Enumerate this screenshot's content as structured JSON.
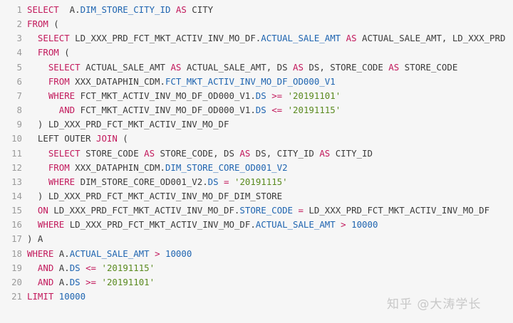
{
  "lines": [
    {
      "n": "1",
      "t": [
        {
          "c": "kw",
          "v": "SELECT"
        },
        {
          "c": "",
          "v": "  A."
        },
        {
          "c": "id",
          "v": "DIM_STORE_CITY_ID"
        },
        {
          "c": "",
          "v": " "
        },
        {
          "c": "kw",
          "v": "AS"
        },
        {
          "c": "",
          "v": " CITY"
        }
      ]
    },
    {
      "n": "2",
      "t": [
        {
          "c": "kw",
          "v": "FROM"
        },
        {
          "c": "",
          "v": " ("
        }
      ]
    },
    {
      "n": "3",
      "t": [
        {
          "c": "",
          "v": "  "
        },
        {
          "c": "kw",
          "v": "SELECT"
        },
        {
          "c": "",
          "v": " LD_XXX_PRD_FCT_MKT_ACTIV_INV_MO_DF."
        },
        {
          "c": "id",
          "v": "ACTUAL_SALE_AMT"
        },
        {
          "c": "",
          "v": " "
        },
        {
          "c": "kw",
          "v": "AS"
        },
        {
          "c": "",
          "v": " ACTUAL_SALE_AMT, LD_XXX_PRD"
        }
      ]
    },
    {
      "n": "4",
      "t": [
        {
          "c": "",
          "v": "  "
        },
        {
          "c": "kw",
          "v": "FROM"
        },
        {
          "c": "",
          "v": " ("
        }
      ]
    },
    {
      "n": "5",
      "t": [
        {
          "c": "",
          "v": "    "
        },
        {
          "c": "kw",
          "v": "SELECT"
        },
        {
          "c": "",
          "v": " ACTUAL_SALE_AMT "
        },
        {
          "c": "kw",
          "v": "AS"
        },
        {
          "c": "",
          "v": " ACTUAL_SALE_AMT, DS "
        },
        {
          "c": "kw",
          "v": "AS"
        },
        {
          "c": "",
          "v": " DS, STORE_CODE "
        },
        {
          "c": "kw",
          "v": "AS"
        },
        {
          "c": "",
          "v": " STORE_CODE"
        }
      ]
    },
    {
      "n": "6",
      "t": [
        {
          "c": "",
          "v": "    "
        },
        {
          "c": "kw",
          "v": "FROM"
        },
        {
          "c": "",
          "v": " XXX_DATAPHIN_CDM."
        },
        {
          "c": "id",
          "v": "FCT_MKT_ACTIV_INV_MO_DF_OD000_V1"
        }
      ]
    },
    {
      "n": "7",
      "t": [
        {
          "c": "",
          "v": "    "
        },
        {
          "c": "kw",
          "v": "WHERE"
        },
        {
          "c": "",
          "v": " FCT_MKT_ACTIV_INV_MO_DF_OD000_V1."
        },
        {
          "c": "id",
          "v": "DS"
        },
        {
          "c": "",
          "v": " "
        },
        {
          "c": "kw",
          "v": ">="
        },
        {
          "c": "",
          "v": " "
        },
        {
          "c": "str",
          "v": "'20191101'"
        }
      ]
    },
    {
      "n": "8",
      "t": [
        {
          "c": "",
          "v": "      "
        },
        {
          "c": "kw",
          "v": "AND"
        },
        {
          "c": "",
          "v": " FCT_MKT_ACTIV_INV_MO_DF_OD000_V1."
        },
        {
          "c": "id",
          "v": "DS"
        },
        {
          "c": "",
          "v": " "
        },
        {
          "c": "kw",
          "v": "<="
        },
        {
          "c": "",
          "v": " "
        },
        {
          "c": "str",
          "v": "'20191115'"
        }
      ]
    },
    {
      "n": "9",
      "t": [
        {
          "c": "",
          "v": "  ) LD_XXX_PRD_FCT_MKT_ACTIV_INV_MO_DF"
        }
      ]
    },
    {
      "n": "10",
      "t": [
        {
          "c": "",
          "v": "  LEFT OUTER "
        },
        {
          "c": "kw",
          "v": "JOIN"
        },
        {
          "c": "",
          "v": " ("
        }
      ]
    },
    {
      "n": "11",
      "t": [
        {
          "c": "",
          "v": "    "
        },
        {
          "c": "kw",
          "v": "SELECT"
        },
        {
          "c": "",
          "v": " STORE_CODE "
        },
        {
          "c": "kw",
          "v": "AS"
        },
        {
          "c": "",
          "v": " STORE_CODE, DS "
        },
        {
          "c": "kw",
          "v": "AS"
        },
        {
          "c": "",
          "v": " DS, CITY_ID "
        },
        {
          "c": "kw",
          "v": "AS"
        },
        {
          "c": "",
          "v": " CITY_ID"
        }
      ]
    },
    {
      "n": "12",
      "t": [
        {
          "c": "",
          "v": "    "
        },
        {
          "c": "kw",
          "v": "FROM"
        },
        {
          "c": "",
          "v": " XXX_DATAPHIN_CDM."
        },
        {
          "c": "id",
          "v": "DIM_STORE_CORE_OD001_V2"
        }
      ]
    },
    {
      "n": "13",
      "t": [
        {
          "c": "",
          "v": "    "
        },
        {
          "c": "kw",
          "v": "WHERE"
        },
        {
          "c": "",
          "v": " DIM_STORE_CORE_OD001_V2."
        },
        {
          "c": "id",
          "v": "DS"
        },
        {
          "c": "",
          "v": " "
        },
        {
          "c": "kw",
          "v": "="
        },
        {
          "c": "",
          "v": " "
        },
        {
          "c": "str",
          "v": "'20191115'"
        }
      ]
    },
    {
      "n": "14",
      "t": [
        {
          "c": "",
          "v": "  ) LD_XXX_PRD_FCT_MKT_ACTIV_INV_MO_DF_DIM_STORE"
        }
      ]
    },
    {
      "n": "15",
      "t": [
        {
          "c": "",
          "v": "  "
        },
        {
          "c": "kw",
          "v": "ON"
        },
        {
          "c": "",
          "v": " LD_XXX_PRD_FCT_MKT_ACTIV_INV_MO_DF."
        },
        {
          "c": "id",
          "v": "STORE_CODE"
        },
        {
          "c": "",
          "v": " "
        },
        {
          "c": "kw",
          "v": "="
        },
        {
          "c": "",
          "v": " LD_XXX_PRD_FCT_MKT_ACTIV_INV_MO_DF"
        }
      ]
    },
    {
      "n": "16",
      "t": [
        {
          "c": "",
          "v": "  "
        },
        {
          "c": "kw",
          "v": "WHERE"
        },
        {
          "c": "",
          "v": " LD_XXX_PRD_FCT_MKT_ACTIV_INV_MO_DF."
        },
        {
          "c": "id",
          "v": "ACTUAL_SALE_AMT"
        },
        {
          "c": "",
          "v": " "
        },
        {
          "c": "kw",
          "v": ">"
        },
        {
          "c": "",
          "v": " "
        },
        {
          "c": "num",
          "v": "10000"
        }
      ]
    },
    {
      "n": "17",
      "t": [
        {
          "c": "",
          "v": ") A"
        }
      ]
    },
    {
      "n": "18",
      "t": [
        {
          "c": "kw",
          "v": "WHERE"
        },
        {
          "c": "",
          "v": " A."
        },
        {
          "c": "id",
          "v": "ACTUAL_SALE_AMT"
        },
        {
          "c": "",
          "v": " "
        },
        {
          "c": "kw",
          "v": ">"
        },
        {
          "c": "",
          "v": " "
        },
        {
          "c": "num",
          "v": "10000"
        }
      ]
    },
    {
      "n": "19",
      "t": [
        {
          "c": "",
          "v": "  "
        },
        {
          "c": "kw",
          "v": "AND"
        },
        {
          "c": "",
          "v": " A."
        },
        {
          "c": "id",
          "v": "DS"
        },
        {
          "c": "",
          "v": " "
        },
        {
          "c": "kw",
          "v": "<="
        },
        {
          "c": "",
          "v": " "
        },
        {
          "c": "str",
          "v": "'20191115'"
        }
      ]
    },
    {
      "n": "20",
      "t": [
        {
          "c": "",
          "v": "  "
        },
        {
          "c": "kw",
          "v": "AND"
        },
        {
          "c": "",
          "v": " A."
        },
        {
          "c": "id",
          "v": "DS"
        },
        {
          "c": "",
          "v": " "
        },
        {
          "c": "kw",
          "v": ">="
        },
        {
          "c": "",
          "v": " "
        },
        {
          "c": "str",
          "v": "'20191101'"
        }
      ]
    },
    {
      "n": "21",
      "t": [
        {
          "c": "kw",
          "v": "LIMIT"
        },
        {
          "c": "",
          "v": " "
        },
        {
          "c": "num",
          "v": "10000"
        }
      ]
    }
  ],
  "watermark": "知乎 @大涛学长",
  "colors": {
    "keyword": "#c2185b",
    "identifier": "#1e64b0",
    "string": "#5a8a1f",
    "text": "#3a3a3a",
    "line_number": "#9a9a9a",
    "background": "#f6f6f6"
  }
}
